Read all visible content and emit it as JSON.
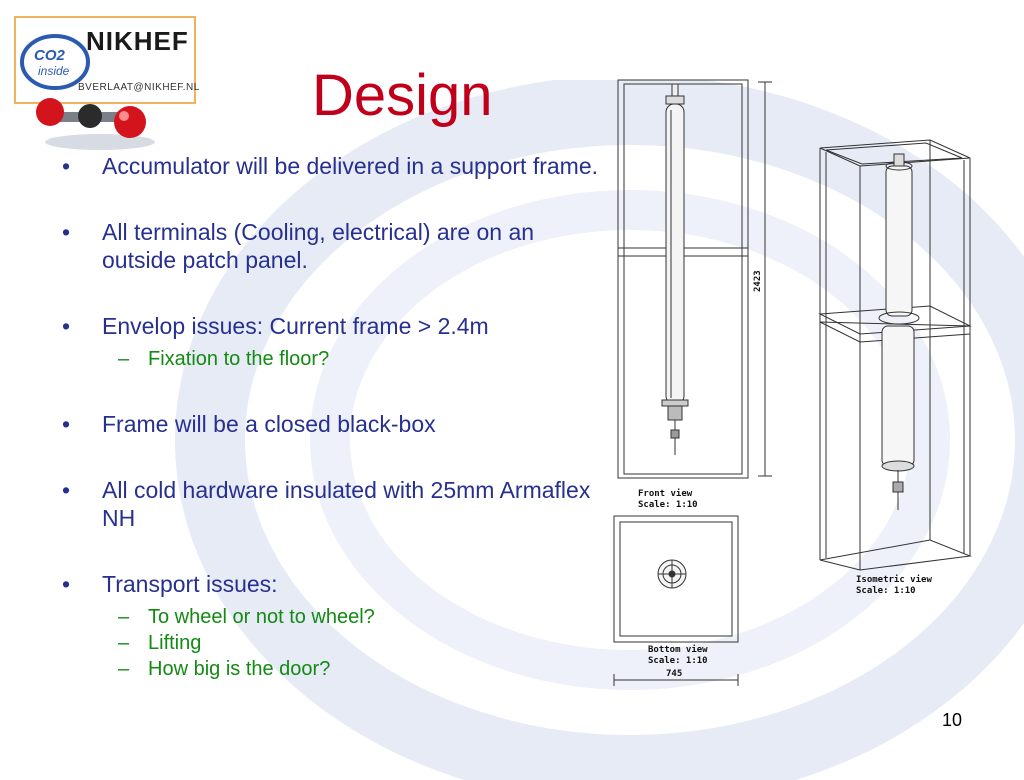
{
  "logo": {
    "co2_top": "CO2",
    "co2_bottom": "inside",
    "brand": "NIKHEF",
    "email": "BVERLAAT@NIKHEF.NL"
  },
  "slide": {
    "title": "Design",
    "page_number": "10",
    "bullets": [
      {
        "text": "Accumulator will be delivered in a support frame.",
        "subs": []
      },
      {
        "text": "All terminals (Cooling, electrical) are on an outside patch panel.",
        "subs": []
      },
      {
        "text": "Envelop issues: Current frame > 2.4m",
        "subs": [
          "Fixation to the floor?"
        ]
      },
      {
        "text": "Frame will be a closed black-box",
        "subs": []
      },
      {
        "text": "All cold hardware insulated with 25mm Armaflex NH",
        "subs": []
      },
      {
        "text": "Transport issues:",
        "subs": [
          "To wheel or not to wheel?",
          "Lifting",
          "How big is the door?"
        ]
      }
    ]
  },
  "drawing": {
    "front_view_label": "Front view",
    "front_view_scale": "Scale:  1:10",
    "bottom_view_label": "Bottom view",
    "bottom_view_scale": "Scale:  1:10",
    "iso_view_label": "Isometric view",
    "iso_view_scale": "Scale:  1:10",
    "height_dim": "2423",
    "width_dim": "745"
  },
  "colors": {
    "title": "#c0001a",
    "bullet_text": "#27308f",
    "sub_bullet_text": "#138a13",
    "watermark": "#e6ebf6"
  }
}
